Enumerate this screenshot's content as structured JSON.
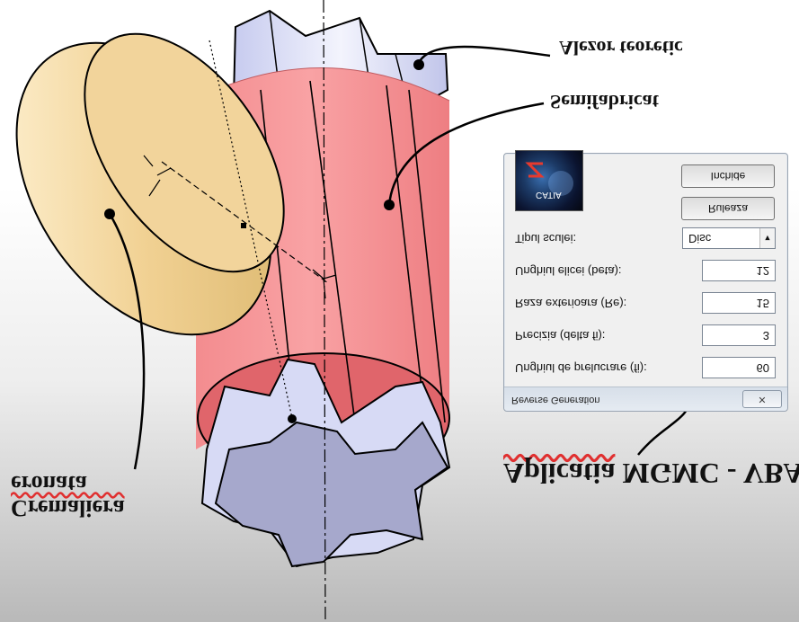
{
  "labels": {
    "alezor": "Alezor teoretic",
    "semifabricat": "Semifabricat",
    "cremaliera_line1": "Cremaliera",
    "cremaliera_line2": "eronata",
    "aplicatia_word": "Aplicatia",
    "aplicatia_rest": " MGMC - VBA"
  },
  "dialog": {
    "title": "Reverse Generation",
    "close_label": "✕",
    "fields": [
      {
        "label": "Unghiul de prelucrare (fi):",
        "value": "60"
      },
      {
        "label": "Precizia (delta fi):",
        "value": "3"
      },
      {
        "label": "Raza exterioara (Re):",
        "value": "15"
      },
      {
        "label": "Unghiul elicei (beta):",
        "value": "12"
      }
    ],
    "tool_label": "Tipul sculei:",
    "tool_value": "Disc",
    "run_button": "Ruleaza",
    "close_button": "Inchide",
    "logo_text": "CATIA"
  },
  "colors": {
    "cylinder": "#f4878a",
    "shaft": "#d8dbf6",
    "gear_face": "#a6a8cc",
    "disc": "#f0d28f"
  }
}
